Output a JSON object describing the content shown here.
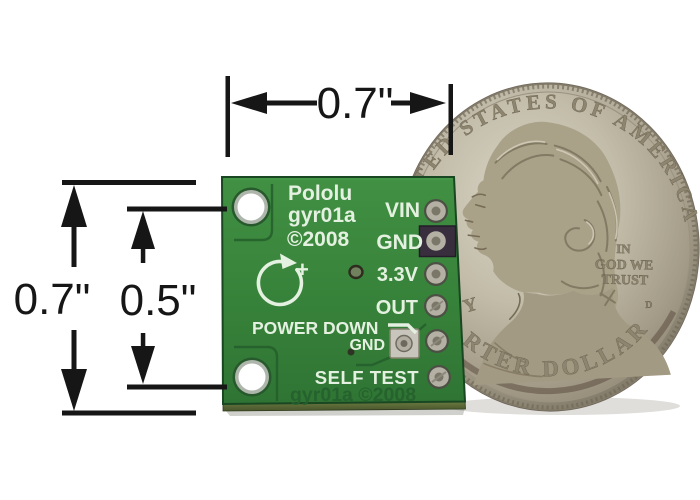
{
  "image_title": "Pololu gyr01a gyro breakout board with quarter for size reference",
  "dimensions": {
    "top_width": "0.7\"",
    "board_height": "0.7\"",
    "hole_spacing": "0.5\""
  },
  "board": {
    "silkscreen": {
      "brand": "Pololu",
      "model": "gyr01a",
      "copyright": "©2008",
      "power_down_label": "POWER DOWN",
      "power_down_gnd_label": "GND",
      "rotation_plus": "+"
    },
    "pin_labels": {
      "vin": "VIN",
      "gnd": "GND",
      "v33": "3.3V",
      "out": "OUT",
      "self_test": "SELF TEST"
    },
    "etched_text": "gyr01a ©2008"
  },
  "coin": {
    "top_arc": "TED STATES OF AMERICA",
    "bottom_arc": "RTER DOLLAR",
    "motto_line1": "IN",
    "motto_line2": "GOD WE",
    "motto_line3": "TRUST",
    "liberty_fragment": "Y",
    "mint_mark": "D"
  },
  "colors": {
    "pcb_green": "#37823A",
    "pcb_edge": "#194722",
    "silkscreen_white": "#E4F1E0",
    "coin_silver": "#B7B1A0",
    "dimension_black": "#161616",
    "background": "#FFFFFF"
  }
}
